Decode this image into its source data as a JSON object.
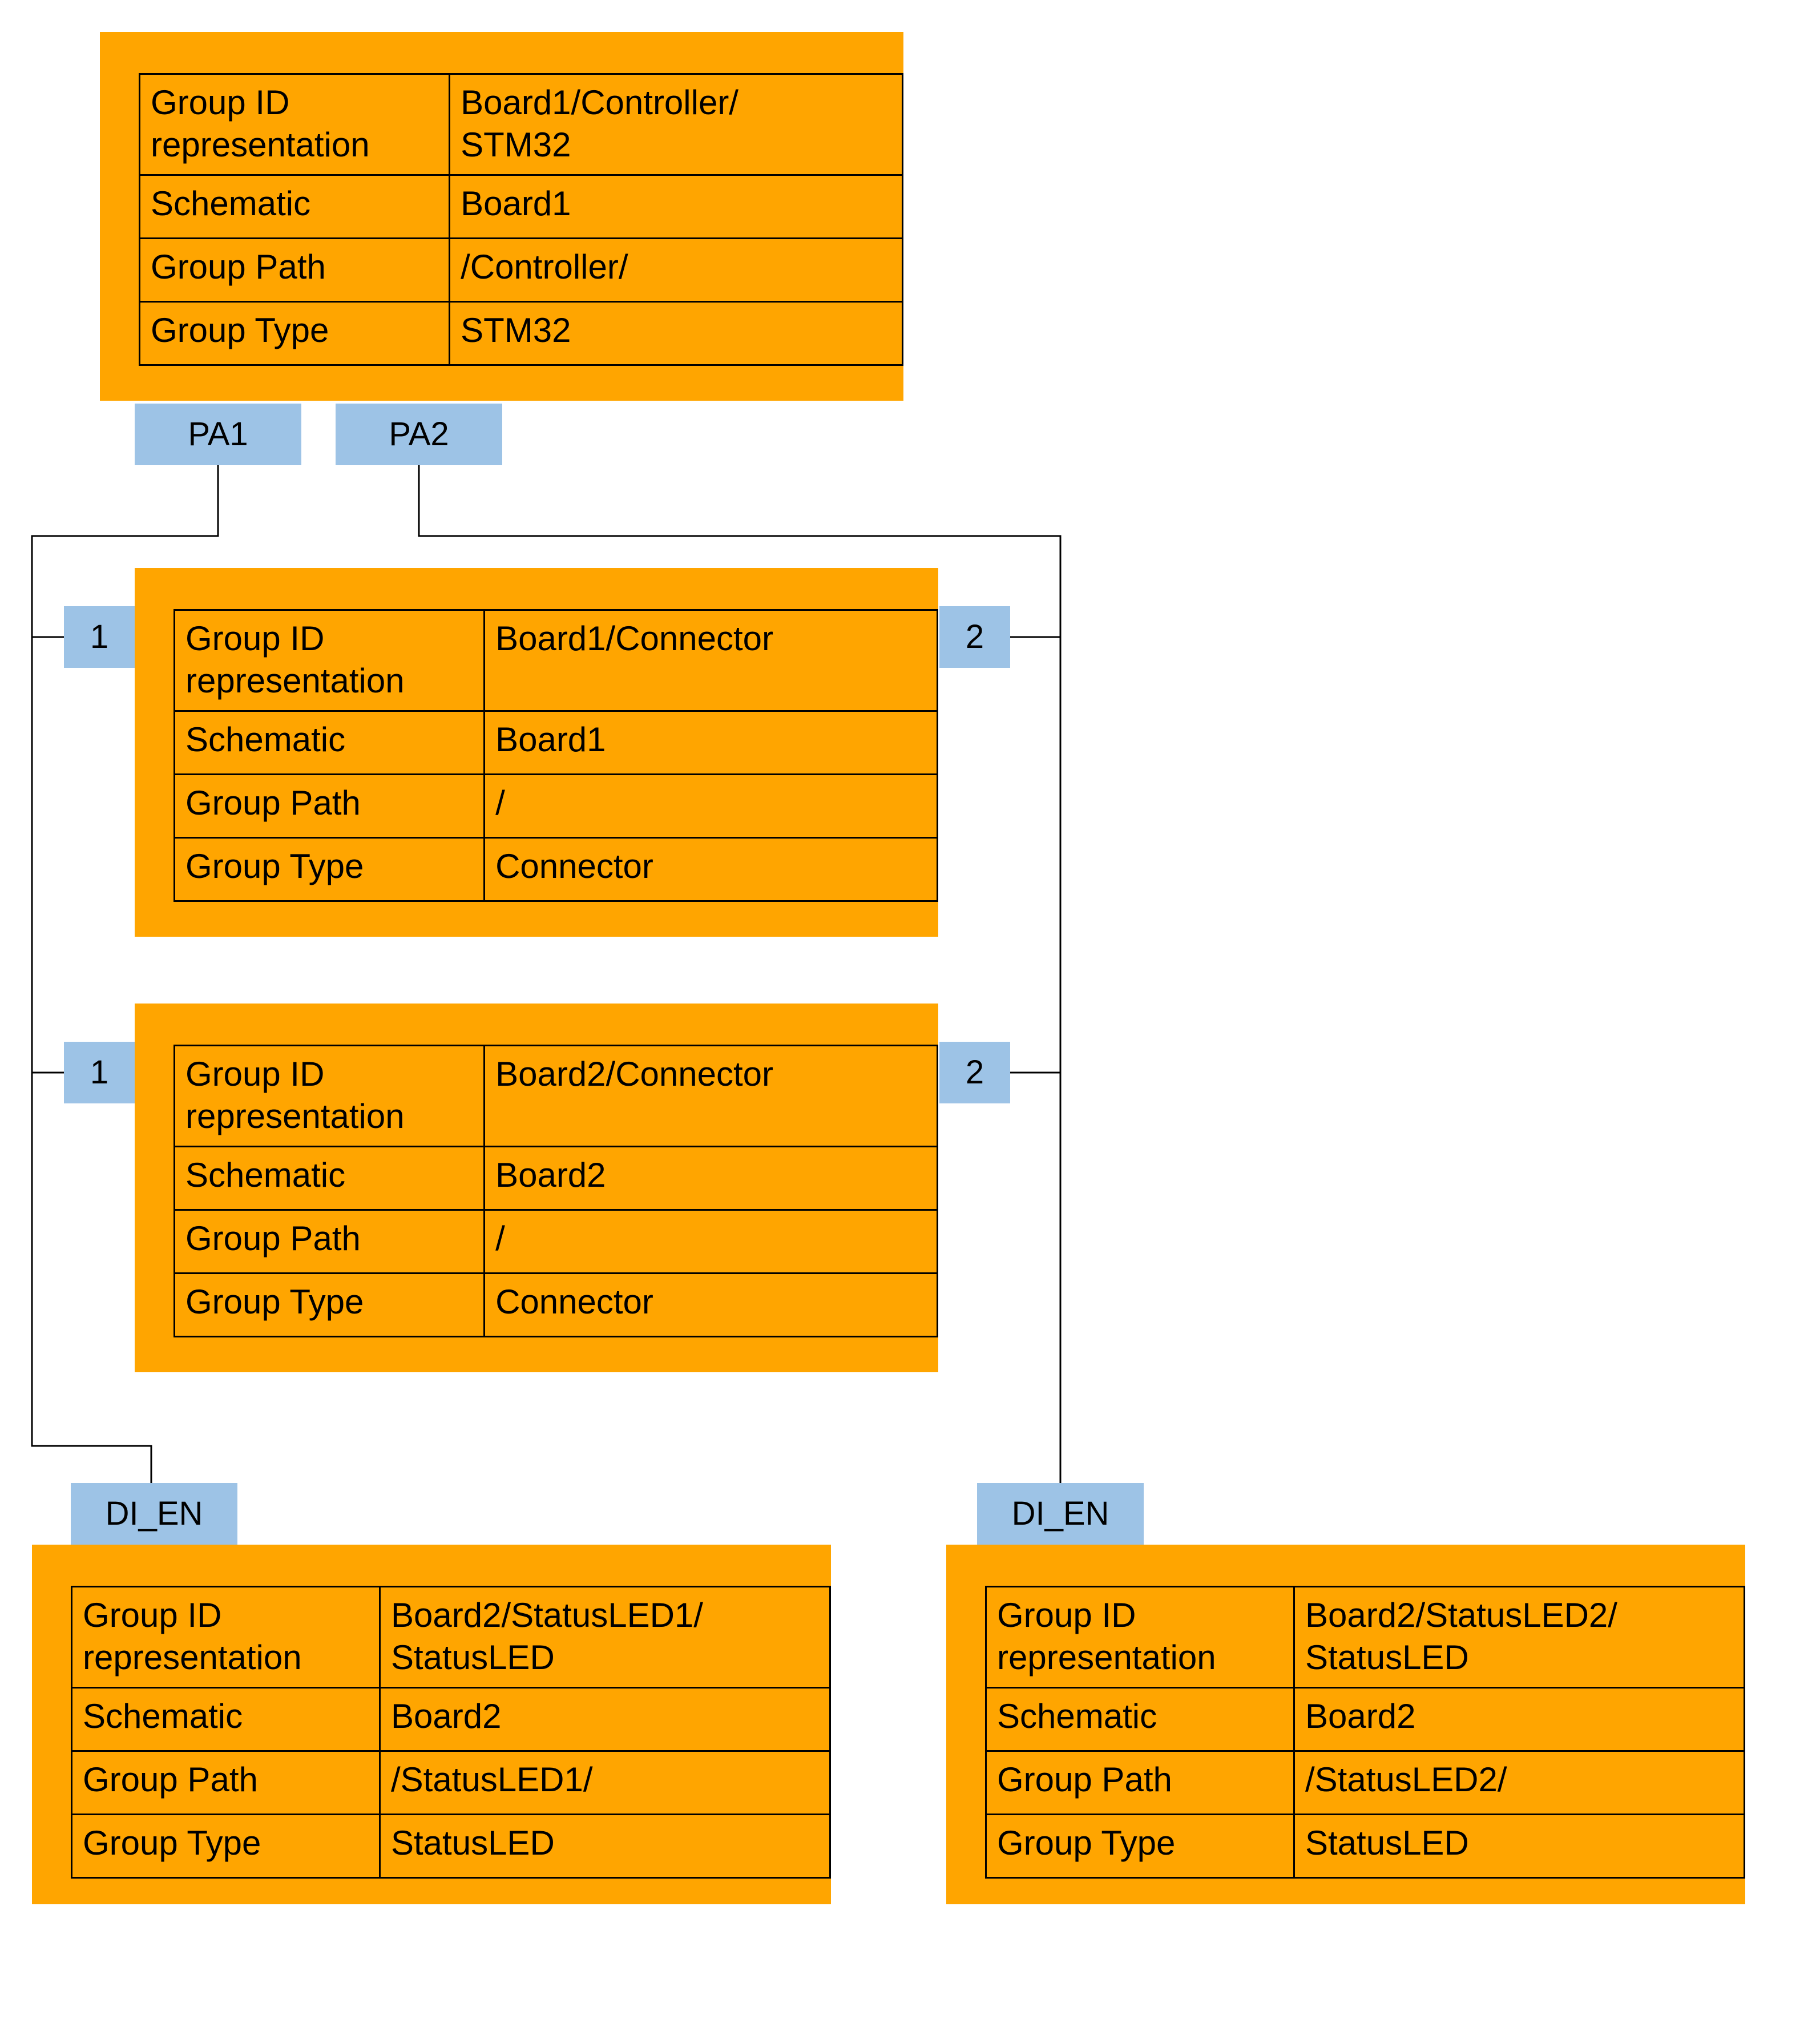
{
  "colors": {
    "node_fill": "#FFA500",
    "pin_fill": "#9DC3E6",
    "line": "#000000"
  },
  "nodes": [
    {
      "name": "Board1 Controller STM32",
      "rows": [
        {
          "label": "Group ID\nrepresentation",
          "value": "Board1/Controller/\nSTM32"
        },
        {
          "label": "Schematic",
          "value": "Board1"
        },
        {
          "label": "Group Path",
          "value": "/Controller/"
        },
        {
          "label": "Group Type",
          "value": "STM32"
        }
      ]
    },
    {
      "name": "Board1 Connector",
      "rows": [
        {
          "label": "Group ID\nrepresentation",
          "value": "Board1/Connector"
        },
        {
          "label": "Schematic",
          "value": "Board1"
        },
        {
          "label": "Group Path",
          "value": "/"
        },
        {
          "label": "Group Type",
          "value": "Connector"
        }
      ]
    },
    {
      "name": "Board2 Connector",
      "rows": [
        {
          "label": "Group ID\nrepresentation",
          "value": "Board2/Connector"
        },
        {
          "label": "Schematic",
          "value": "Board2"
        },
        {
          "label": "Group Path",
          "value": "/"
        },
        {
          "label": "Group Type",
          "value": "Connector"
        }
      ]
    },
    {
      "name": "Board2 StatusLED1",
      "rows": [
        {
          "label": "Group ID\nrepresentation",
          "value": "Board2/StatusLED1/\nStatusLED"
        },
        {
          "label": "Schematic",
          "value": "Board2"
        },
        {
          "label": "Group Path",
          "value": "/StatusLED1/"
        },
        {
          "label": "Group Type",
          "value": "StatusLED"
        }
      ]
    },
    {
      "name": "Board2 StatusLED2",
      "rows": [
        {
          "label": "Group ID\nrepresentation",
          "value": "Board2/StatusLED2/\nStatusLED"
        },
        {
          "label": "Schematic",
          "value": "Board2"
        },
        {
          "label": "Group Path",
          "value": "/StatusLED2/"
        },
        {
          "label": "Group Type",
          "value": "StatusLED"
        }
      ]
    }
  ],
  "pins": [
    {
      "label": "PA1"
    },
    {
      "label": "PA2"
    },
    {
      "label": "1"
    },
    {
      "label": "2"
    },
    {
      "label": "1"
    },
    {
      "label": "2"
    },
    {
      "label": "DI_EN"
    },
    {
      "label": "DI_EN"
    }
  ]
}
